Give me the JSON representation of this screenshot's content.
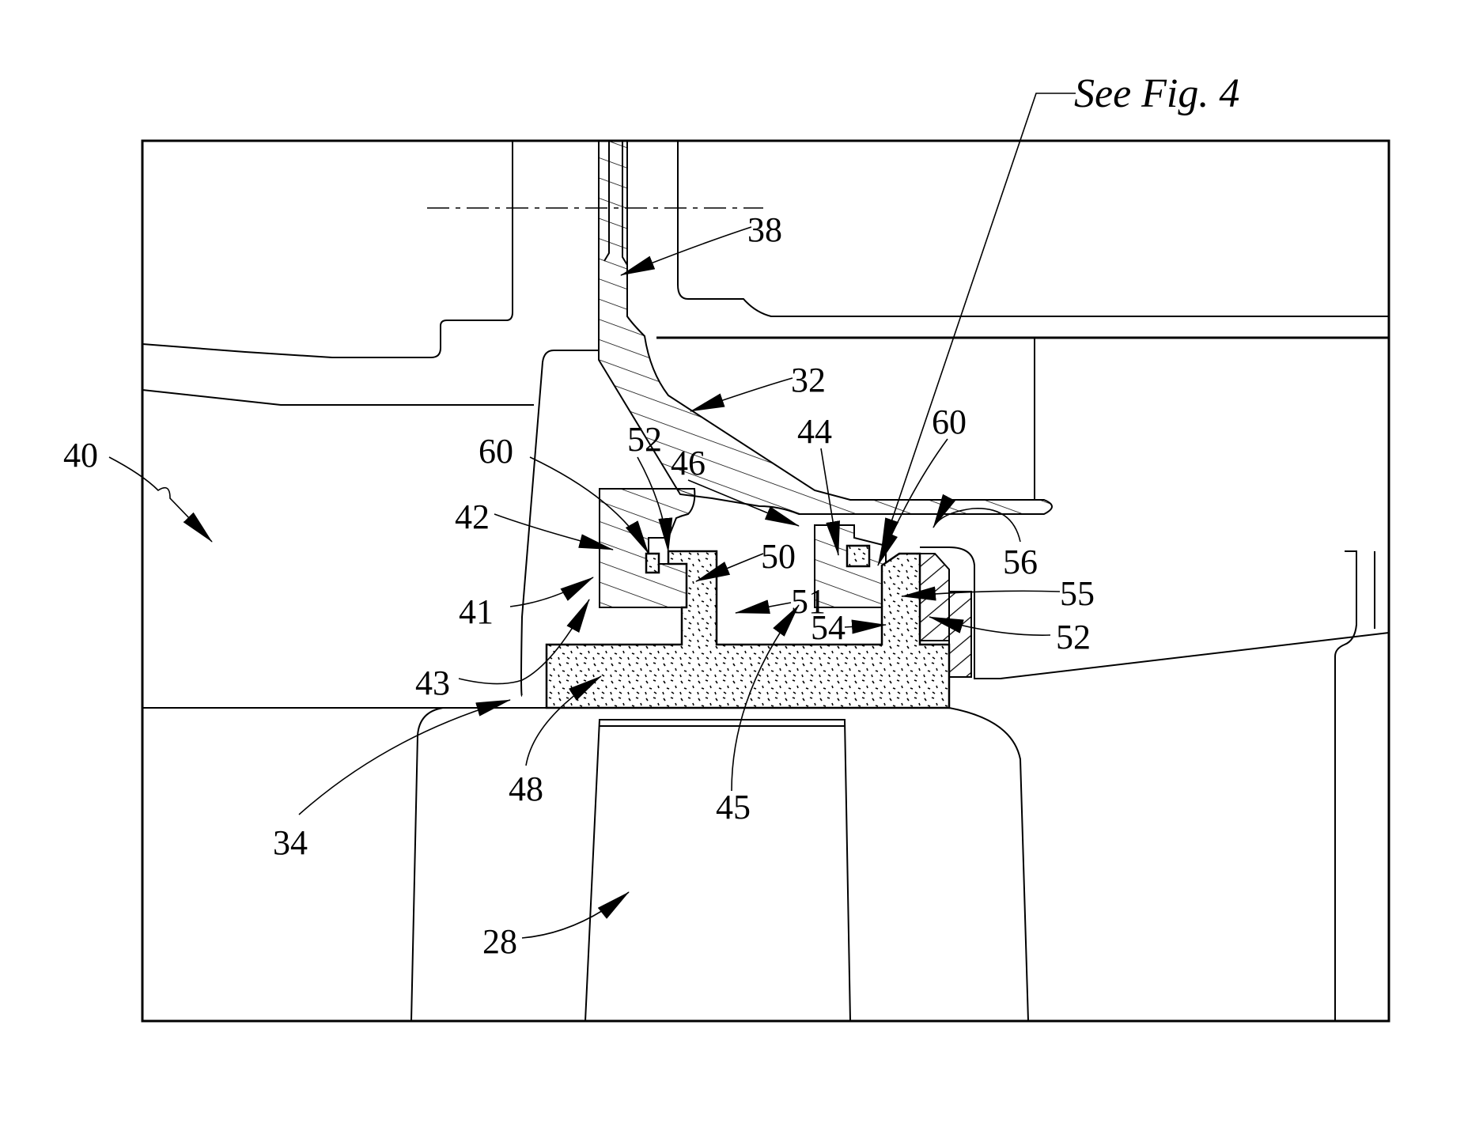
{
  "figure": {
    "callout": "See Fig. 4",
    "labels": {
      "l40": "40",
      "l38": "38",
      "l32": "32",
      "l60a": "60",
      "l52a": "52",
      "l46": "46",
      "l44": "44",
      "l60b": "60",
      "l42": "42",
      "l50": "50",
      "l56": "56",
      "l41": "41",
      "l51": "51",
      "l55": "55",
      "l54": "54",
      "l52b": "52",
      "l43": "43",
      "l48": "48",
      "l45": "45",
      "l34": "34",
      "l28": "28"
    }
  }
}
